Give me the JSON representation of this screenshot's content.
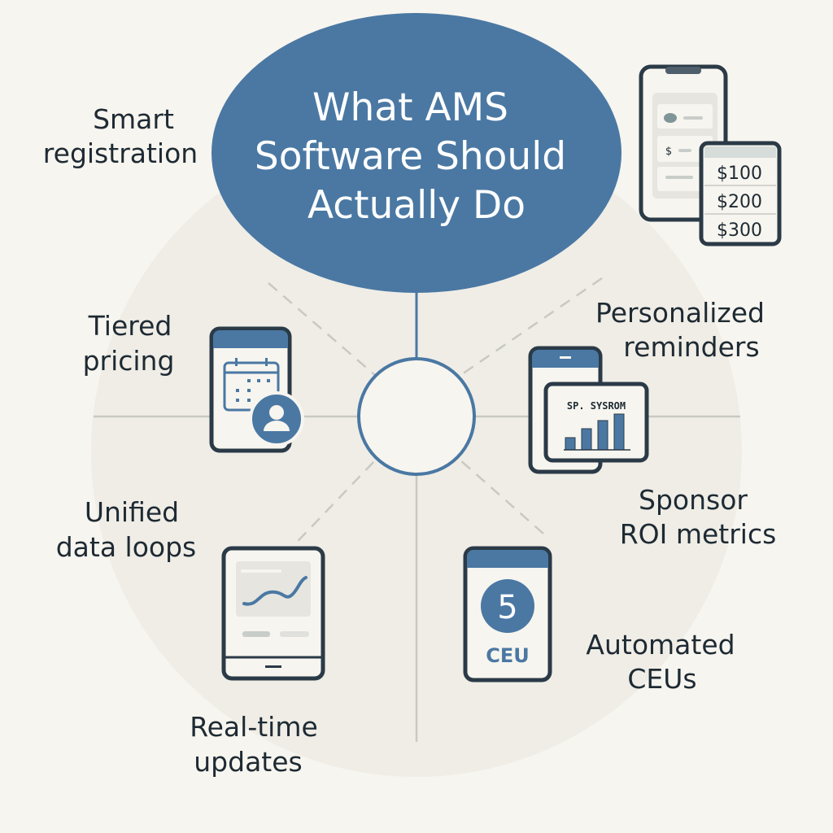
{
  "title": {
    "lines": [
      "What AMS",
      "Software Should",
      "Actually Do"
    ]
  },
  "features": [
    {
      "id": "smart-registration",
      "lines": [
        "Smart",
        "registration"
      ]
    },
    {
      "id": "tiered-pricing",
      "lines": [
        "Tiered",
        "pricing"
      ]
    },
    {
      "id": "unified-data-loops",
      "lines": [
        "Unified",
        "data loops"
      ]
    },
    {
      "id": "real-time-updates",
      "lines": [
        "Real-time",
        "updates"
      ]
    },
    {
      "id": "personalized-reminders",
      "lines": [
        "Personalized",
        "reminders"
      ]
    },
    {
      "id": "sponsor-roi-metrics",
      "lines": [
        "Sponsor",
        "ROI metrics"
      ]
    },
    {
      "id": "automated-ceus",
      "lines": [
        "Automated",
        "CEUs"
      ]
    }
  ],
  "pricing_card": {
    "dollar": "$",
    "prices": [
      "$100",
      "$200",
      "$300"
    ]
  },
  "sponsor_card": {
    "heading": "SP. SYSROM"
  },
  "ceu_card": {
    "number": "5",
    "unit": "CEU"
  },
  "colors": {
    "accent": "#4a78a3",
    "ink": "#2b3a47",
    "background": "#f7f5ef",
    "disc": "#efede6"
  }
}
